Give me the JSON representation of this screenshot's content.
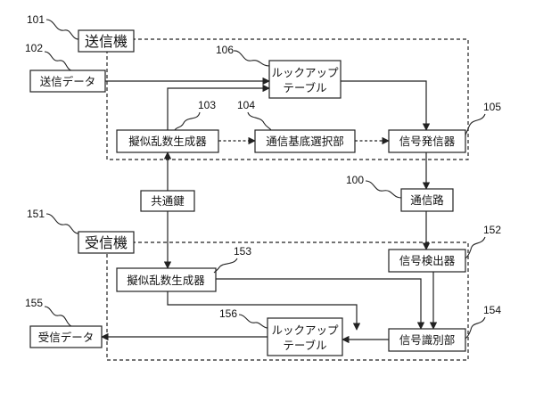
{
  "transmitter": {
    "ref": "101",
    "title": "送信機",
    "data_ref": "102",
    "data_label": "送信データ",
    "lut_ref": "106",
    "lut_line1": "ルックアップ",
    "lut_line2": "テーブル",
    "prng_ref": "103",
    "prng_label": "擬似乱数生成器",
    "selector_ref": "104",
    "selector_label": "通信基底選択部",
    "signal_gen_ref": "105",
    "signal_gen_label": "信号発信器"
  },
  "shared_key": {
    "label": "共通鍵"
  },
  "channel": {
    "ref": "100",
    "label": "通信路"
  },
  "receiver": {
    "ref": "151",
    "title": "受信機",
    "detector_ref": "152",
    "detector_label": "信号検出器",
    "prng_ref": "153",
    "prng_label": "擬似乱数生成器",
    "discriminator_ref": "154",
    "discriminator_label": "信号識別部",
    "lut_ref": "156",
    "lut_line1": "ルックアップ",
    "lut_line2": "テーブル",
    "data_ref": "155",
    "data_label": "受信データ"
  }
}
